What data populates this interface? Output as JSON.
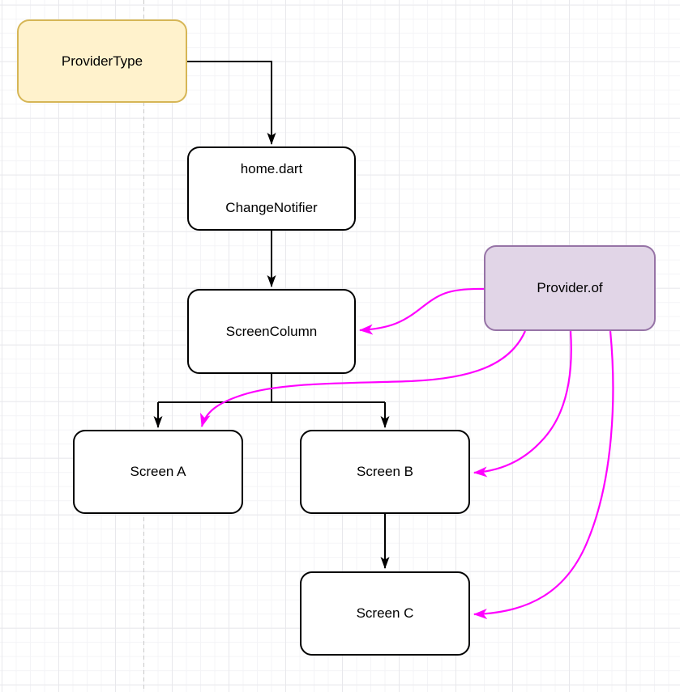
{
  "diagram": {
    "nodes": {
      "provider_type": {
        "label": "ProviderType",
        "fill": "#fff2cc",
        "stroke": "#d6b656"
      },
      "home_dart": {
        "lines": [
          "home.dart",
          "ChangeNotifier"
        ],
        "fill": "#ffffff",
        "stroke": "#000000"
      },
      "screen_column": {
        "label": "ScreenColumn",
        "fill": "#ffffff",
        "stroke": "#000000"
      },
      "provider_of": {
        "label": "Provider.of",
        "fill": "#e1d5e7",
        "stroke": "#9673a6"
      },
      "screen_a": {
        "label": "Screen A",
        "fill": "#ffffff",
        "stroke": "#000000"
      },
      "screen_b": {
        "label": "Screen B",
        "fill": "#ffffff",
        "stroke": "#000000"
      },
      "screen_c": {
        "label": "Screen C",
        "fill": "#ffffff",
        "stroke": "#000000"
      }
    },
    "colors": {
      "edge_black": "#000000",
      "edge_magenta": "#ff00ff",
      "grid_minor": "#f4f4f7",
      "grid_major": "#e8e8ec",
      "page_guide": "#c8c8c8"
    },
    "connections": [
      {
        "from": "ProviderType",
        "to": "home.dart",
        "style": "black-solid"
      },
      {
        "from": "home.dart",
        "to": "ScreenColumn",
        "style": "black-solid"
      },
      {
        "from": "ScreenColumn",
        "to": "Screen A",
        "style": "black-solid"
      },
      {
        "from": "ScreenColumn",
        "to": "Screen B",
        "style": "black-solid"
      },
      {
        "from": "Screen B",
        "to": "Screen C",
        "style": "black-solid"
      },
      {
        "from": "Provider.of",
        "to": "ScreenColumn",
        "style": "magenta-curve"
      },
      {
        "from": "Provider.of",
        "to": "Screen A",
        "style": "magenta-curve"
      },
      {
        "from": "Provider.of",
        "to": "Screen B",
        "style": "magenta-curve"
      },
      {
        "from": "Provider.of",
        "to": "Screen C",
        "style": "magenta-curve"
      }
    ]
  }
}
